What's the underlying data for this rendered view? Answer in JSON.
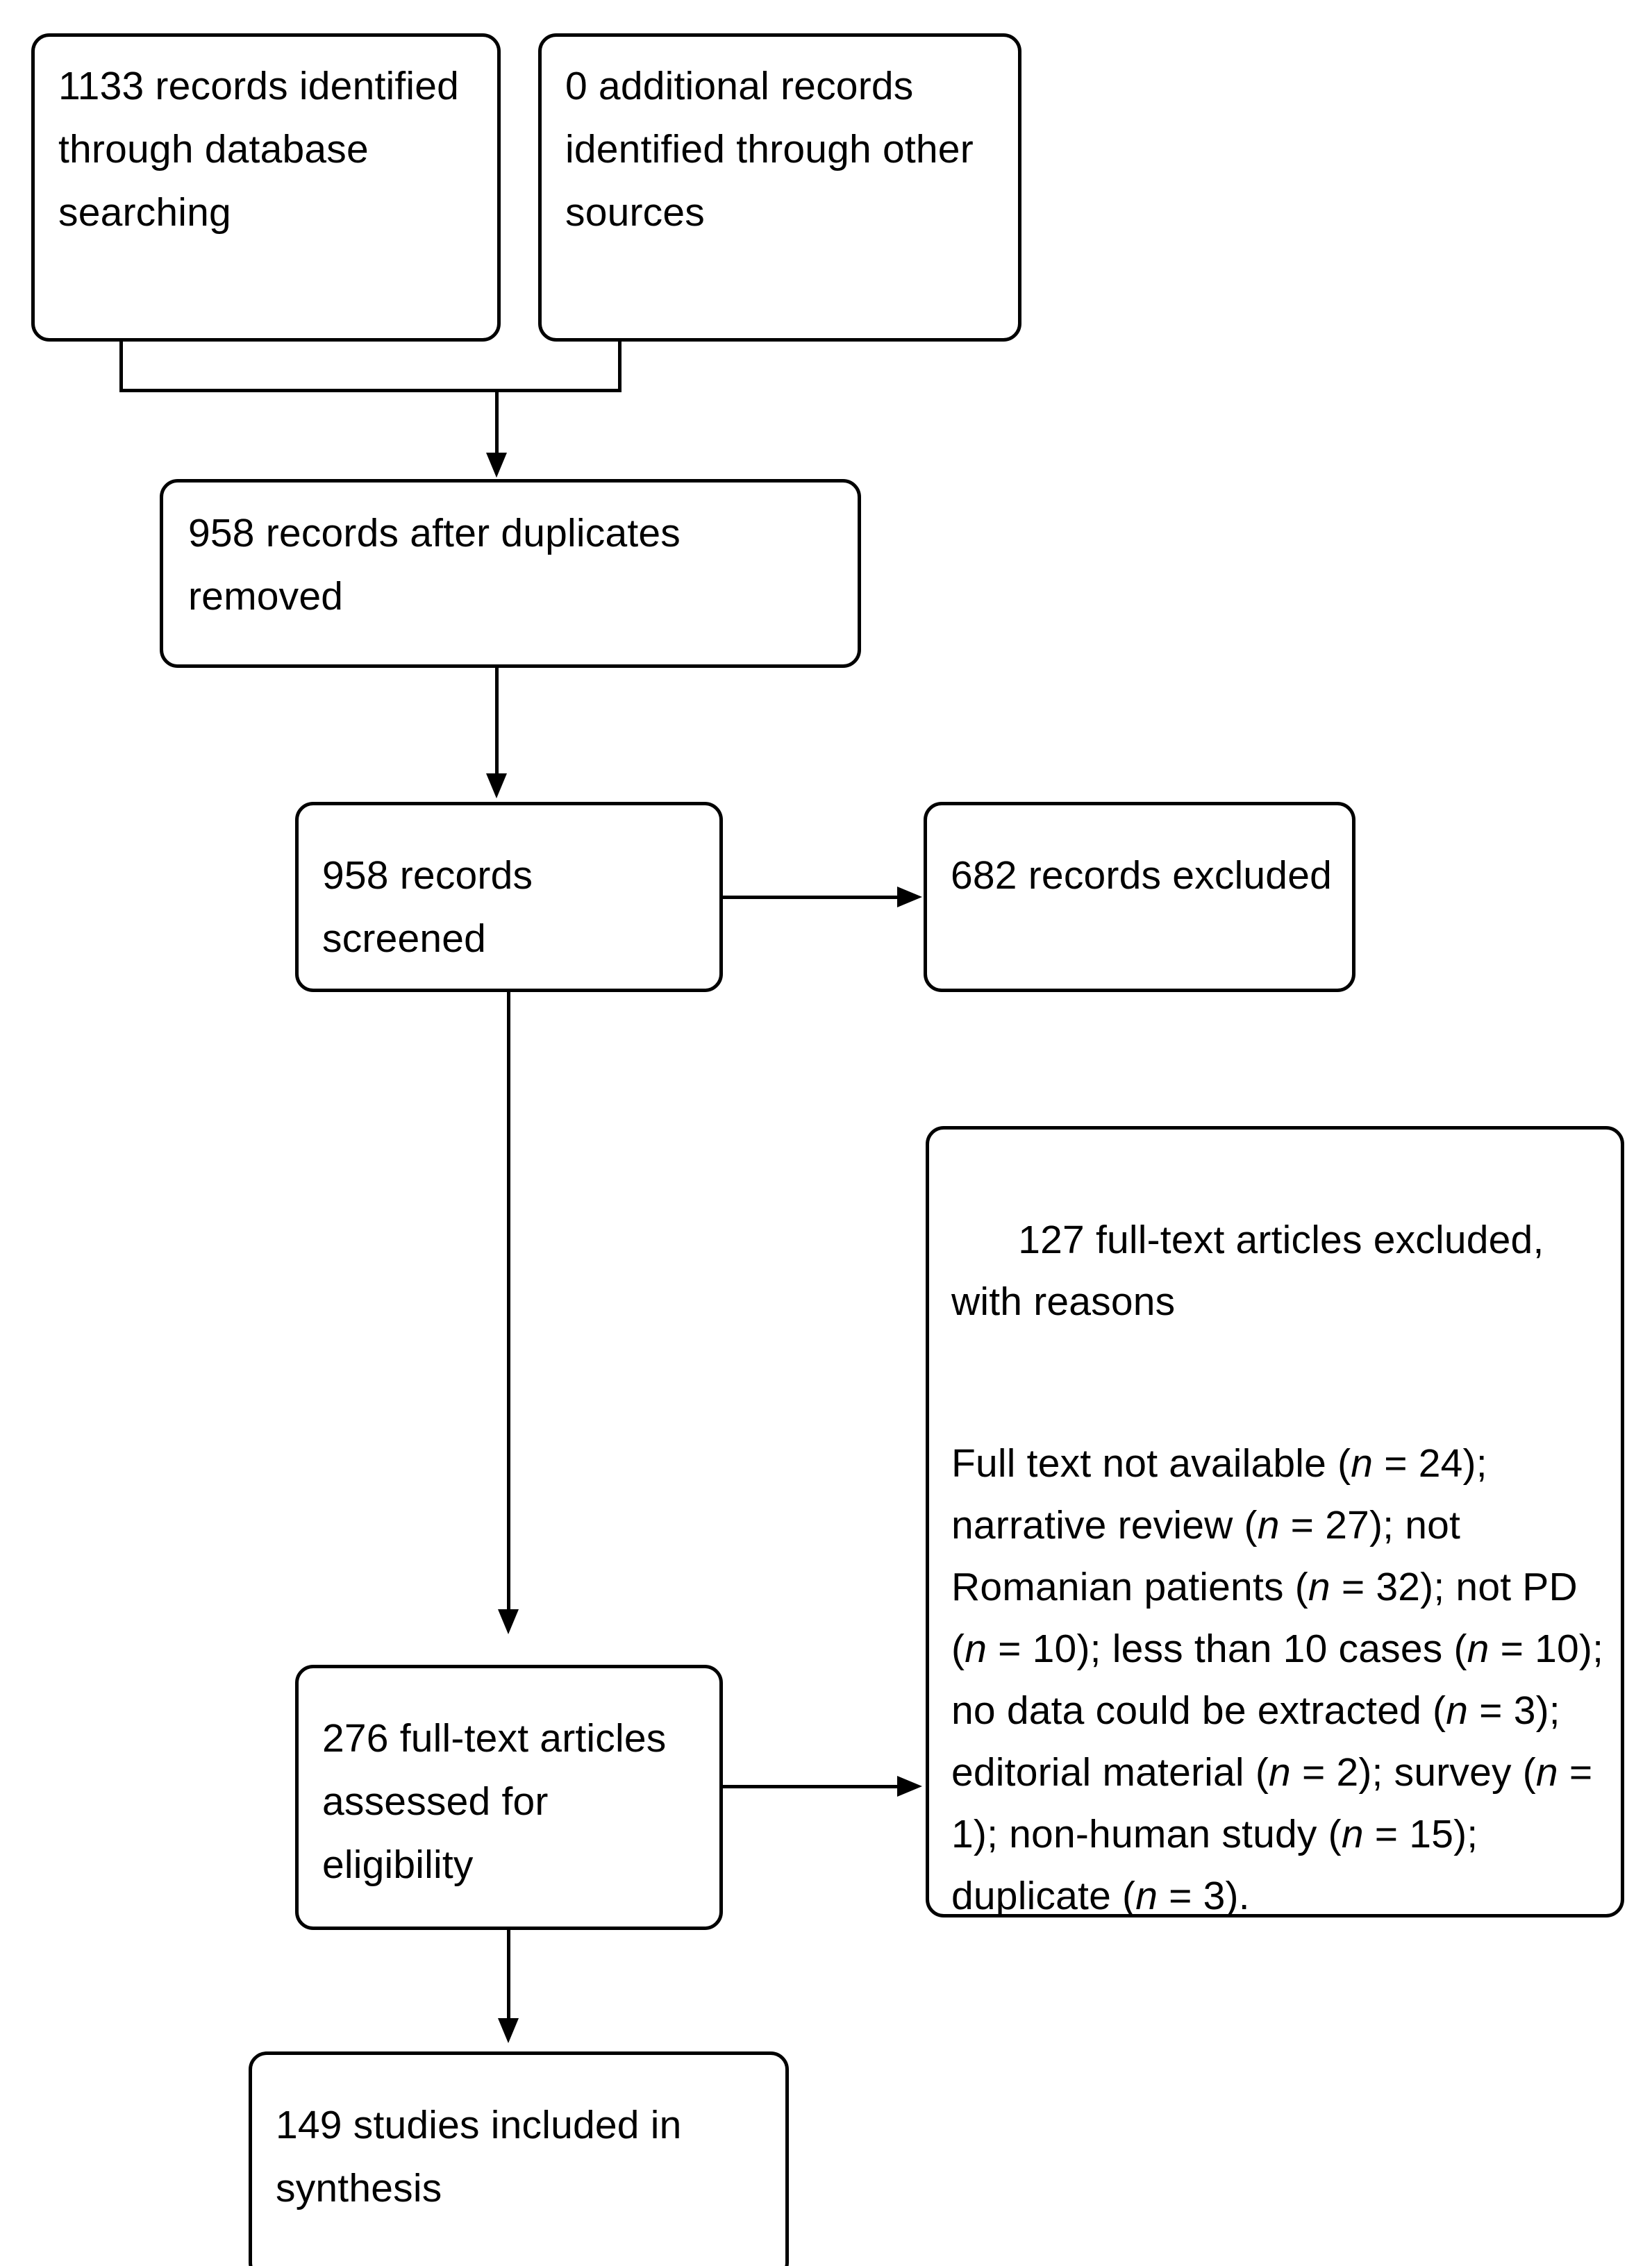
{
  "diagram": {
    "title": "PRISMA flow diagram",
    "type": "flowchart",
    "stroke_color": "#000000",
    "background_color": "#ffffff"
  },
  "nodes": {
    "db_search": {
      "id": "database-searching",
      "text": "1133 records identified through database searching",
      "count": 1133
    },
    "other_sources": {
      "id": "other-sources",
      "text": "0 additional records identified through other sources",
      "count": 0
    },
    "duplicates_removed": {
      "id": "records-after-duplicates-removed",
      "text": "958 records after duplicates removed",
      "count": 958
    },
    "screened": {
      "id": "records-screened",
      "text": "958 records screened",
      "count": 958
    },
    "excluded": {
      "id": "records-excluded",
      "text": "682 records excluded",
      "count": 682
    },
    "fulltext_excluded": {
      "id": "full-text-articles-excluded",
      "heading": "127 full-text articles excluded, with reasons",
      "count": 127,
      "reasons_text": "Full text not available (n = 24); narrative review (n = 27); not Romanian patients (n = 32); not PD (n = 10); less than 10 cases (n = 10); no data could be extracted (n = 3); editorial material (n = 2); survey (n = 1); non-human study (n = 15); duplicate (n = 3).",
      "reasons": [
        {
          "label": "Full text not available",
          "n": 24
        },
        {
          "label": "narrative review",
          "n": 27
        },
        {
          "label": "not Romanian patients",
          "n": 32
        },
        {
          "label": "not PD",
          "n": 10
        },
        {
          "label": "less than 10 cases",
          "n": 10
        },
        {
          "label": "no data could be extracted",
          "n": 3
        },
        {
          "label": "editorial material",
          "n": 2
        },
        {
          "label": "survey",
          "n": 1
        },
        {
          "label": "non-human study",
          "n": 15
        },
        {
          "label": "duplicate",
          "n": 3
        }
      ]
    },
    "eligibility": {
      "id": "full-text-articles-assessed-for-eligibility",
      "text": "276 full-text articles assessed for eligibility",
      "count": 276
    },
    "included": {
      "id": "studies-included-in-synthesis",
      "text": "149 studies included in synthesis",
      "count": 149
    }
  },
  "edges": [
    {
      "from": "db_search",
      "to": "duplicates_removed",
      "direction": "down"
    },
    {
      "from": "other_sources",
      "to": "duplicates_removed",
      "direction": "down"
    },
    {
      "from": "duplicates_removed",
      "to": "screened",
      "direction": "down"
    },
    {
      "from": "screened",
      "to": "excluded",
      "direction": "right"
    },
    {
      "from": "screened",
      "to": "eligibility",
      "direction": "down"
    },
    {
      "from": "eligibility",
      "to": "fulltext_excluded",
      "direction": "right"
    },
    {
      "from": "eligibility",
      "to": "included",
      "direction": "down"
    }
  ]
}
